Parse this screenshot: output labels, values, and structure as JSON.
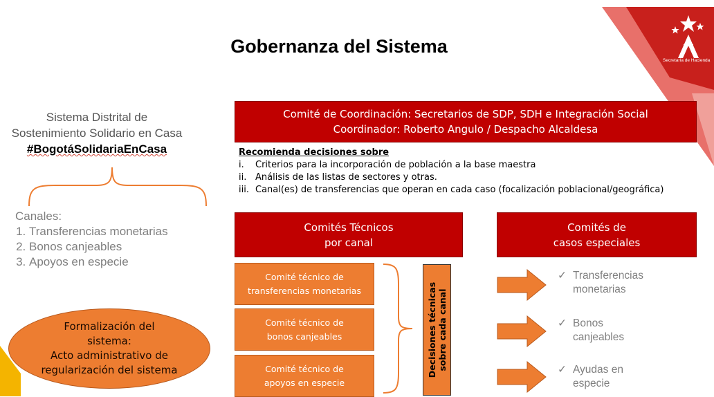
{
  "title": "Gobernanza del Sistema",
  "logo": {
    "caption": "Secretaría de Hacienda"
  },
  "left_panel": {
    "system_line1": "Sistema Distrital de",
    "system_line2": "Sostenimiento Solidario en Casa",
    "hashtag": "#BogotáSolidariaEnCasa",
    "canales_title": "Canales:",
    "canales": [
      "Transferencias monetarias",
      "Bonos canjeables",
      "Apoyos en especie"
    ],
    "formalizacion": [
      "Formalización del",
      "sistema:",
      "Acto administrativo de",
      "regularización del sistema"
    ]
  },
  "coordination": {
    "line1": "Comité de Coordinación: Secretarios de SDP, SDH e Integración Social",
    "line2": "Coordinador: Roberto Angulo / Despacho Alcaldesa"
  },
  "recommend": {
    "title": "Recomienda decisiones sobre",
    "items": [
      {
        "num": "i.",
        "text": "Criterios para la incorporación de población a la base maestra"
      },
      {
        "num": "ii.",
        "text": "Análisis de las listas de sectores y otras."
      },
      {
        "num": "iii.",
        "text": "Canal(es) de transferencias que operan en cada caso (focalización poblacional/geográfica)"
      }
    ]
  },
  "technical_committees": {
    "header": [
      "Comités Técnicos",
      "por canal"
    ],
    "boxes": [
      [
        "Comité técnico de",
        "transferencias monetarias"
      ],
      [
        "Comité técnico de",
        "bonos canjeables"
      ],
      [
        "Comité técnico de",
        "apoyos en especie"
      ]
    ],
    "decisions": [
      "Decisiones técnicas",
      "sobre cada canal"
    ]
  },
  "special_committees": {
    "header": [
      "Comités de",
      "casos especiales"
    ],
    "items": [
      [
        "Transferencias",
        "monetarias"
      ],
      [
        "Bonos",
        "canjeables"
      ],
      [
        "Ayudas en",
        "especie"
      ]
    ]
  },
  "colors": {
    "red": "#c00000",
    "orange": "#ed7d31",
    "gray_text": "#7f7f7f",
    "corner_red": "#e0504a"
  },
  "icons": [
    "star-logo-icon",
    "checkmark-icon",
    "right-arrow-icon",
    "curly-brace-icon"
  ]
}
